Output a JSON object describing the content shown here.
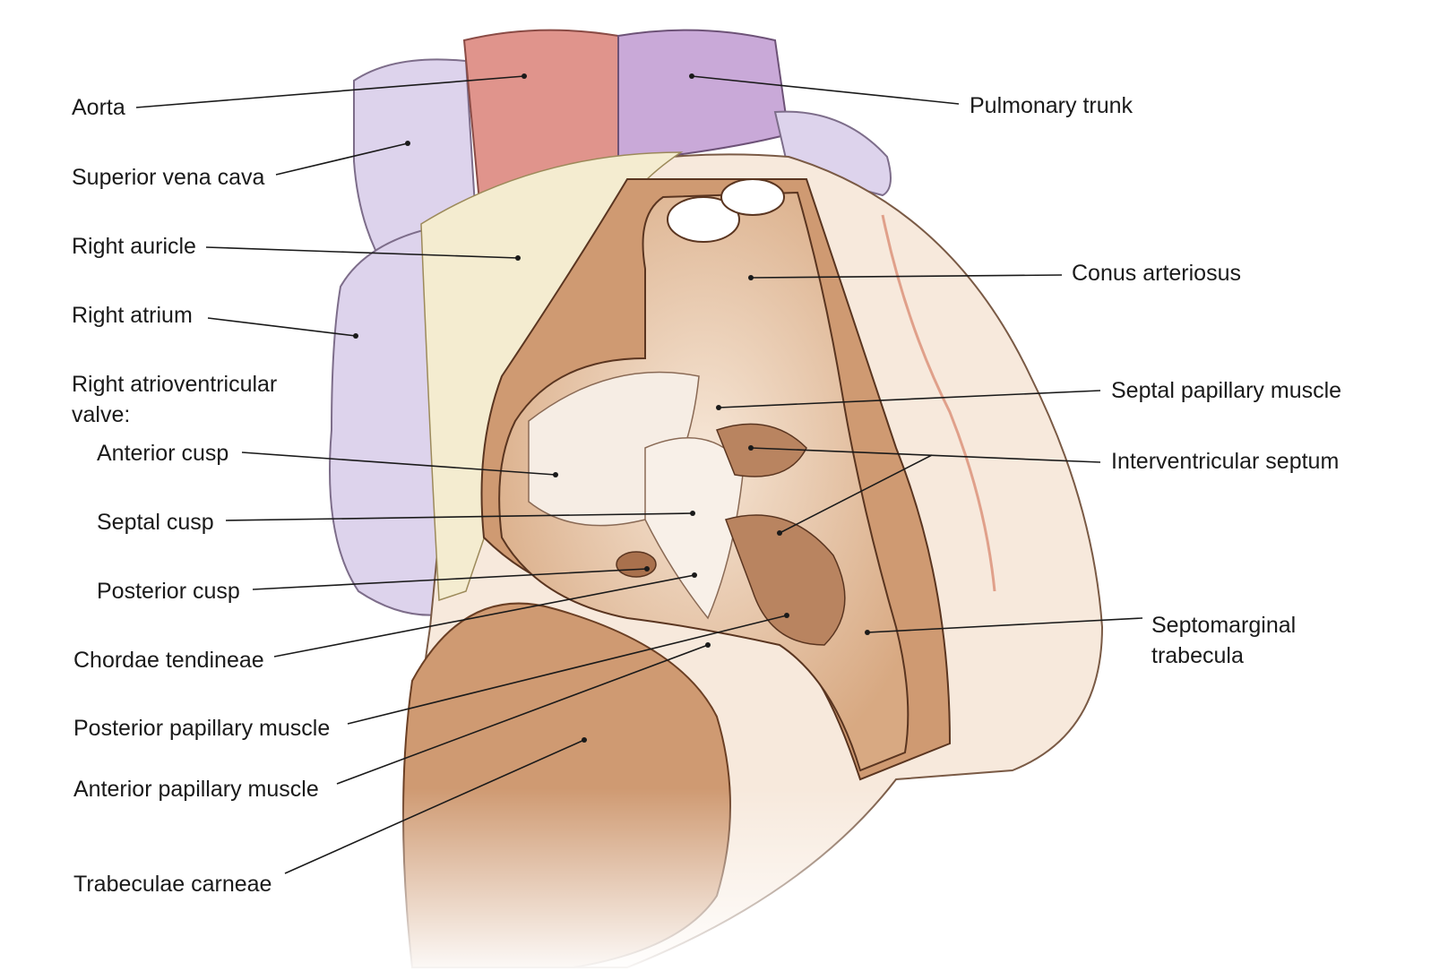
{
  "labels": {
    "aorta": "Aorta",
    "superior_vena_cava": "Superior vena cava",
    "right_auricle": "Right auricle",
    "right_atrium": "Right atrium",
    "right_av_valve_line1": "Right atrioventricular",
    "right_av_valve_line2": "valve:",
    "anterior_cusp": "Anterior cusp",
    "septal_cusp": "Septal cusp",
    "posterior_cusp": "Posterior cusp",
    "chordae_tendineae": "Chordae tendineae",
    "posterior_papillary_muscle": "Posterior papillary muscle",
    "anterior_papillary_muscle": "Anterior papillary muscle",
    "trabeculae_carneae": "Trabeculae carneae",
    "pulmonary_trunk": "Pulmonary trunk",
    "conus_arteriosus": "Conus arteriosus",
    "septal_papillary_muscle": "Septal papillary muscle",
    "interventricular_septum": "Interventricular septum",
    "septomarginal_trabecula_line1": "Septomarginal",
    "septomarginal_trabecula_line2": "trabecula"
  },
  "colors": {
    "aorta": "#e0948c",
    "pulmonary_trunk": "#c9a9d8",
    "veins": "#ddd3ec",
    "myocardium": "#cf9a72",
    "fat": "#f4ecd0",
    "epicardium": "#f7e9dc"
  }
}
